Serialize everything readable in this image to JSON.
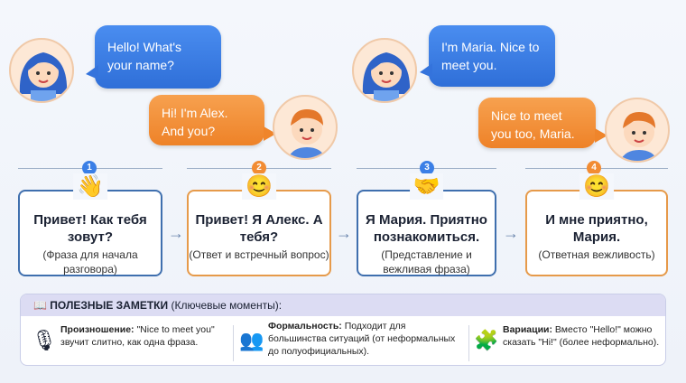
{
  "bubbles": [
    {
      "text": "Hello! What's your name?",
      "color": "#3b7fe6"
    },
    {
      "text": "Hi! I'm Alex. And you?",
      "color": "#f28c33"
    },
    {
      "text": "I'm Maria. Nice to meet you.",
      "color": "#3b7fe6"
    },
    {
      "text": "Nice to meet you too, Maria.",
      "color": "#f28c33"
    }
  ],
  "steps": [
    {
      "num": "1",
      "icon": "👋",
      "main": "Привет! Как тебя зовут?",
      "sub": "(Фраза для начала разговора)",
      "color": "#3f6fae"
    },
    {
      "num": "2",
      "icon": "😊",
      "main": "Привет! Я Алекс. А тебя?",
      "sub": "(Ответ и встречный вопрос)",
      "color": "#e69a4a"
    },
    {
      "num": "3",
      "icon": "🤝",
      "main": "Я Мария. Приятно познакомиться.",
      "sub": "(Представление и вежливая фраза)",
      "color": "#3f6fae"
    },
    {
      "num": "4",
      "icon": "😊",
      "main": "И мне приятно, Мария.",
      "sub": "(Ответная вежливость)",
      "color": "#e69a4a"
    }
  ],
  "notes": {
    "title": "ПОЛЕЗНЫЕ ЗАМЕТКИ",
    "subtitle": "(Ключевые моменты):",
    "items": [
      {
        "label": "Произношение:",
        "text": "\"Nice to meet you\" звучит слитно, как одна фраза."
      },
      {
        "label": "Формальность:",
        "text": "Подходит для большинства ситуаций (от неформальных до полуофициальных)."
      },
      {
        "label": "Вариации:",
        "text": "Вместо \"Hello!\" можно сказать \"Hi!\" (более неформально)."
      }
    ]
  }
}
